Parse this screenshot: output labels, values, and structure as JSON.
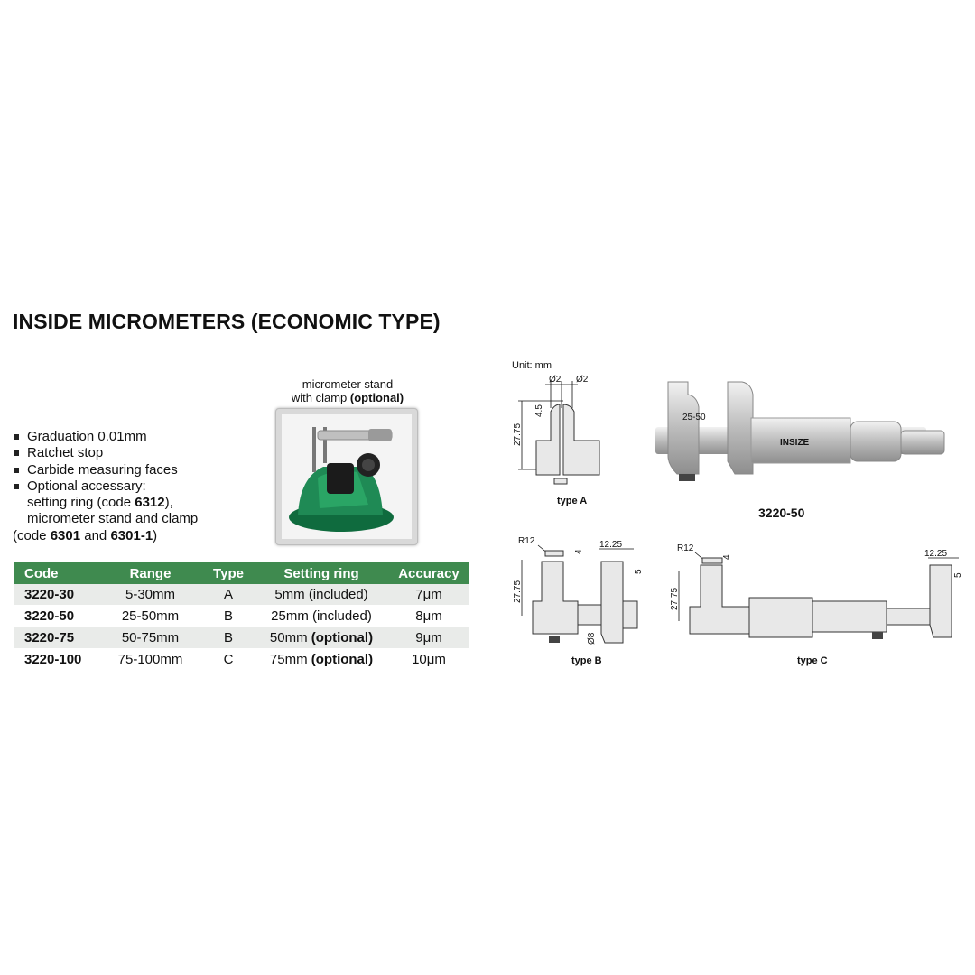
{
  "title": "INSIDE MICROMETERS (ECONOMIC TYPE)",
  "features": [
    "Graduation 0.01mm",
    "Ratchet stop",
    "Carbide measuring faces",
    "Optional accessary:"
  ],
  "accessory_lines": {
    "line1_pre": "setting ring (code ",
    "line1_code": "6312",
    "line1_post": "),",
    "line2": "micrometer stand and clamp",
    "line3_pre": "(code ",
    "line3_code1": "6301",
    "line3_mid": " and ",
    "line3_code2": "6301-1",
    "line3_post": ")"
  },
  "stand": {
    "caption_line1": "micrometer stand",
    "caption_line2_pre": "with clamp ",
    "caption_line2_bold": "(optional)"
  },
  "table": {
    "headers": [
      "Code",
      "Range",
      "Type",
      "Setting ring",
      "Accuracy"
    ],
    "rows": [
      {
        "code": "3220-30",
        "range": "5-30mm",
        "type": "A",
        "ring": "5mm (included)",
        "ring_bold": "",
        "accuracy": "7μm"
      },
      {
        "code": "3220-50",
        "range": "25-50mm",
        "type": "B",
        "ring": "25mm (included)",
        "ring_bold": "",
        "accuracy": "8μm"
      },
      {
        "code": "3220-75",
        "range": "50-75mm",
        "type": "B",
        "ring": "50mm ",
        "ring_bold": "(optional)",
        "accuracy": "9μm"
      },
      {
        "code": "3220-100",
        "range": "75-100mm",
        "type": "C",
        "ring": "75mm ",
        "ring_bold": "(optional)",
        "accuracy": "10μm"
      }
    ]
  },
  "drawings": {
    "unit": "Unit: mm",
    "type_a": "type A",
    "type_b": "type B",
    "type_c": "type C",
    "model": "3220-50",
    "dims": {
      "d2": "Ø2",
      "d45": "4.5",
      "d2775": "27.75",
      "r12": "R12",
      "d4": "4",
      "d1225": "12.25",
      "d5": "5",
      "d8": "Ø8"
    },
    "brand_mark": "INSIZE",
    "scale_mark": "25-50"
  },
  "colors": {
    "header_green": "#3f8a4f",
    "row_alt": "#e9ebe9",
    "stand_green": "#1f8a55"
  }
}
